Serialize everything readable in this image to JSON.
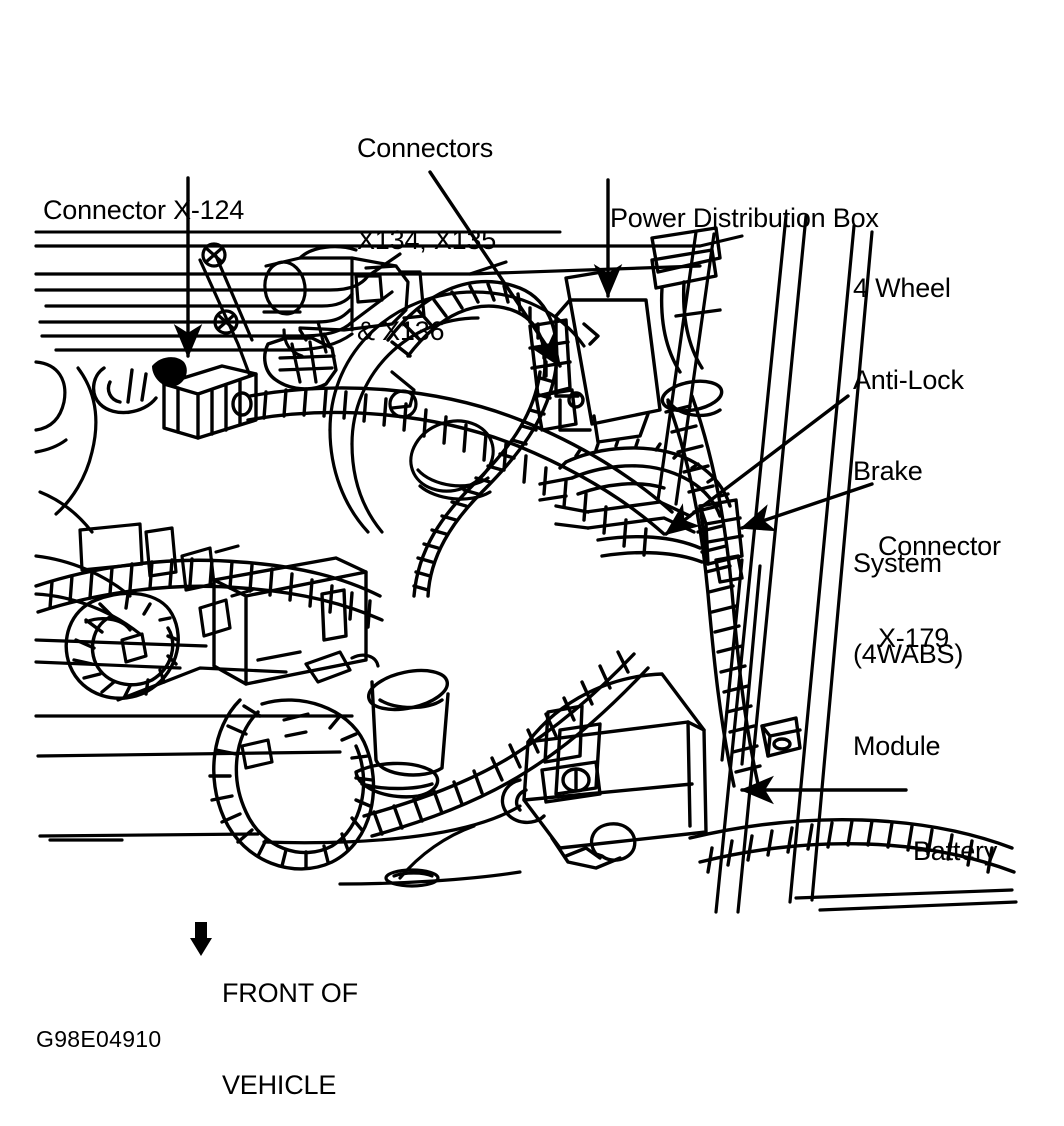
{
  "figure": {
    "id_code": "G98E04910",
    "type": "automotive-wiring-harness-location-diagram",
    "orientation_note": "FRONT OF\nVEHICLE",
    "orientation_lines": [
      "FRONT OF",
      "VEHICLE"
    ],
    "line_color": "#000000",
    "background_color": "#ffffff"
  },
  "callouts": {
    "connector_x124": {
      "lines": [
        "Connector X-124"
      ],
      "text": "Connector X-124"
    },
    "connectors_x134_x135_x136": {
      "lines": [
        "Connectors",
        "X134, X135",
        "& X136"
      ],
      "text": "Connectors X134, X135 & X136"
    },
    "power_distribution_box": {
      "lines": [
        "Power Distribution Box"
      ],
      "text": "Power Distribution Box"
    },
    "abs_module": {
      "lines": [
        "4 Wheel",
        "Anti-Lock",
        "Brake",
        "System",
        "(4WABS)",
        "Module"
      ],
      "text": "4 Wheel Anti-Lock Brake System (4WABS) Module"
    },
    "connector_x179": {
      "lines": [
        "Connector",
        "X-179"
      ],
      "text": "Connector X-179"
    },
    "battery": {
      "lines": [
        "Battery"
      ],
      "text": "Battery"
    }
  }
}
